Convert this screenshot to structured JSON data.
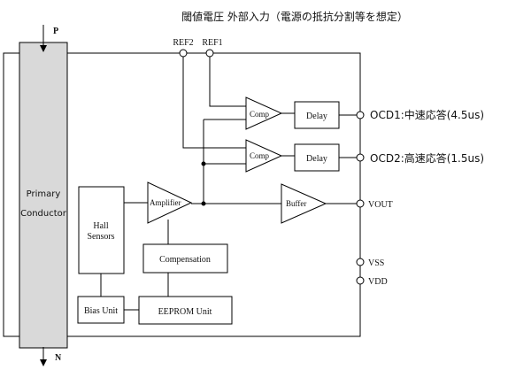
{
  "header": {
    "title": "閾値電圧 外部入力（電源の抵抗分割等を想定）"
  },
  "conductor": {
    "label_line1": "Primary",
    "label_line2": "Conductor",
    "top_pole": "P",
    "bottom_pole": "N",
    "fill_color": "#d9d9d9"
  },
  "references": {
    "ref2": "REF2",
    "ref1": "REF1"
  },
  "blocks": {
    "comp_upper": "Comp",
    "comp_lower": "Comp",
    "delay_upper": "Delay",
    "delay_lower": "Delay",
    "amplifier": "Amplifier",
    "buffer": "Buffer",
    "hall_line1": "Hall",
    "hall_line2": "Sensors",
    "compensation": "Compensation",
    "bias_unit": "Bias Unit",
    "eeprom_unit": "EEPROM Unit"
  },
  "pins": {
    "ocd1": "OCD1:中速応答(4.5us)",
    "ocd2": "OCD2:高速応答(1.5us)",
    "vout": "VOUT",
    "vss": "VSS",
    "vdd": "VDD"
  }
}
